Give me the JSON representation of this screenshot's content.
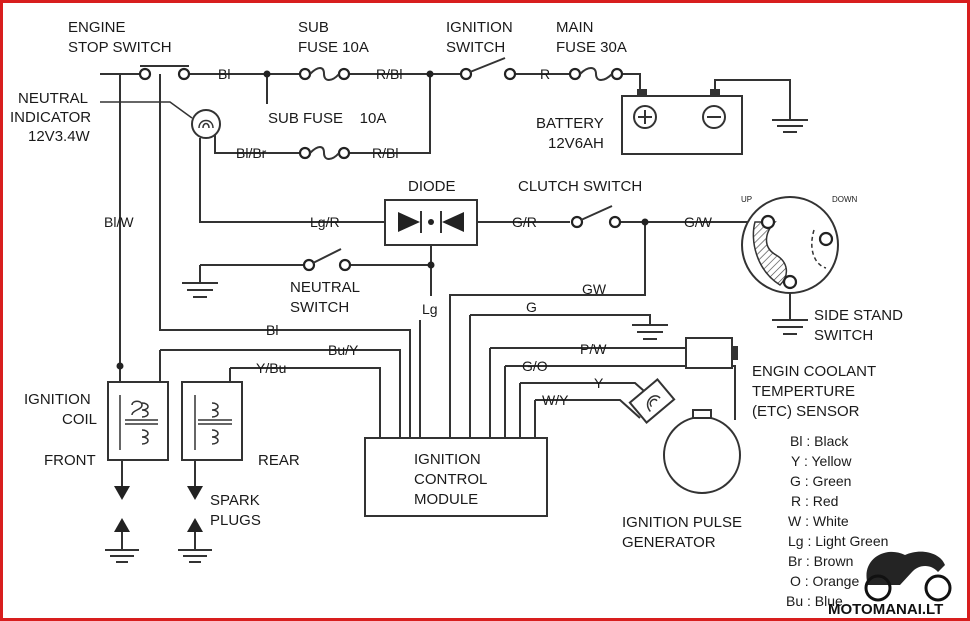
{
  "components": {
    "engine_stop_switch": [
      "ENGINE",
      "STOP SWITCH"
    ],
    "sub_fuse_top": [
      "SUB",
      "FUSE 10A"
    ],
    "ignition_switch": [
      "IGNITION",
      "SWITCH"
    ],
    "main_fuse": [
      "MAIN",
      "FUSE 30A"
    ],
    "neutral_indicator": [
      "NEUTRAL",
      "INDICATOR",
      "12V3.4W"
    ],
    "sub_fuse_mid": "SUB FUSE    10A",
    "battery": [
      "BATTERY",
      "12V6AH"
    ],
    "diode": "DIODE",
    "clutch_switch": "CLUTCH SWITCH",
    "side_stand_up": "UP",
    "side_stand_down": "DOWN",
    "neutral_switch": [
      "NEUTRAL",
      "SWITCH"
    ],
    "side_stand_switch": [
      "SIDE STAND",
      "SWITCH"
    ],
    "etc_sensor": [
      "ENGIN COOLANT",
      "TEMPERTURE",
      "(ETC) SENSOR"
    ],
    "ignition_coil": [
      "IGNITION",
      "COIL"
    ],
    "front": "FRONT",
    "rear": "REAR",
    "spark_plugs": [
      "SPARK",
      "PLUGS"
    ],
    "ignition_control_module": [
      "IGNITION",
      "CONTROL",
      "MODULE"
    ],
    "ignition_pulse_generator": [
      "IGNITION PULSE",
      "GENERATOR"
    ]
  },
  "wires": {
    "bl_stop": "Bl",
    "r_bl_top": "R/Bl",
    "r_main": "R",
    "bl_br": "Bl/Br",
    "r_bl_mid": "R/Bl",
    "bl_w": "Bl/W",
    "lg_r": "Lg/R",
    "g_r": "G/R",
    "g_w": "G/W",
    "gw": "GW",
    "lg": "Lg",
    "g": "G",
    "bl_long": "Bl",
    "p_w": "P/W",
    "bu_y": "Bu/Y",
    "y_bu": "Y/Bu",
    "g_o": "G/O",
    "y": "Y",
    "w_y": "W/Y"
  },
  "legend": [
    "Bl : Black",
    "Y : Yellow",
    "G : Green",
    "R : Red",
    "W : White",
    "Lg : Light Green",
    "Br : Brown",
    "O : Orange",
    "Bu : Blue"
  ],
  "watermark": "MOTOMANAI.LT",
  "colors": {
    "frame": "#d81e1e",
    "ink": "#1a1a1a"
  }
}
